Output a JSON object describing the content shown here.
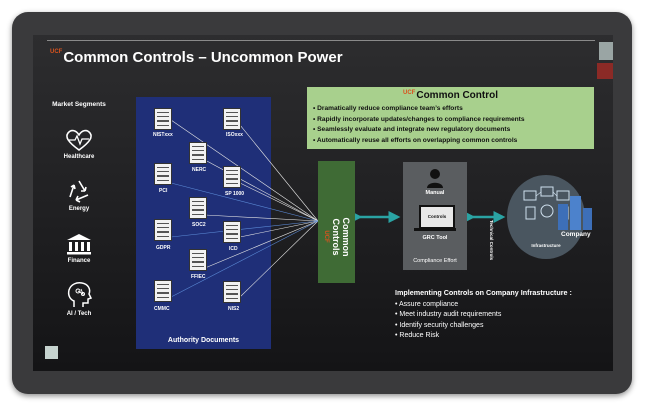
{
  "slide": {
    "brand_tag": "UCF",
    "title": "Common Controls – Uncommon Power"
  },
  "market_segments": {
    "heading": "Market Segments",
    "items": [
      {
        "label": "Healthcare",
        "icon": "heart-pulse-icon"
      },
      {
        "label": "Energy",
        "icon": "recycle-icon"
      },
      {
        "label": "Finance",
        "icon": "bank-icon"
      },
      {
        "label": "AI / Tech",
        "icon": "ai-head-icon"
      }
    ]
  },
  "authority_documents": {
    "title": "Authority Documents",
    "docs": [
      "NISTxxx",
      "ISOxxx",
      "NERC",
      "PCI",
      "SP 1000",
      "SOC2",
      "GDPR",
      "ICD",
      "FFIEC",
      "CMMC",
      "NIS2"
    ]
  },
  "common_control": {
    "brand_tag": "UCF",
    "title": "Common Control",
    "bullets": [
      "Dramatically reduce compliance team’s efforts",
      "Rapidly incorporate updates/changes to compliance requirements",
      "Seamlessly evaluate and integrate new regulatory documents",
      "Automatically reuse all efforts on overlapping common controls"
    ]
  },
  "common_controls_column": {
    "label": "Common Controls",
    "brand_tag": "UCF"
  },
  "compliance_effort": {
    "manual_label": "Manual",
    "screen_label": "Controls",
    "tool_label": "GRC Tool",
    "caption": "Compliance Effort"
  },
  "company": {
    "label": "Company",
    "technical_controls_label": "Technical Controls",
    "infrastructure_label": "Infrastructure"
  },
  "implementing": {
    "heading": "Implementing Controls on Company Infrastructure :",
    "items": [
      "Assure compliance",
      "Meet industry audit requirements",
      "Identify security challenges",
      "Reduce Risk"
    ]
  },
  "colors": {
    "screen_bg": "#1c1c1e",
    "authority_panel": "#1f2f78",
    "common_control_box": "#a8d08d",
    "controls_column": "#3f6b35",
    "arrow_teal": "#2aa3a3",
    "brand_orange": "#d9531e",
    "accent_red": "#8b2a26"
  }
}
